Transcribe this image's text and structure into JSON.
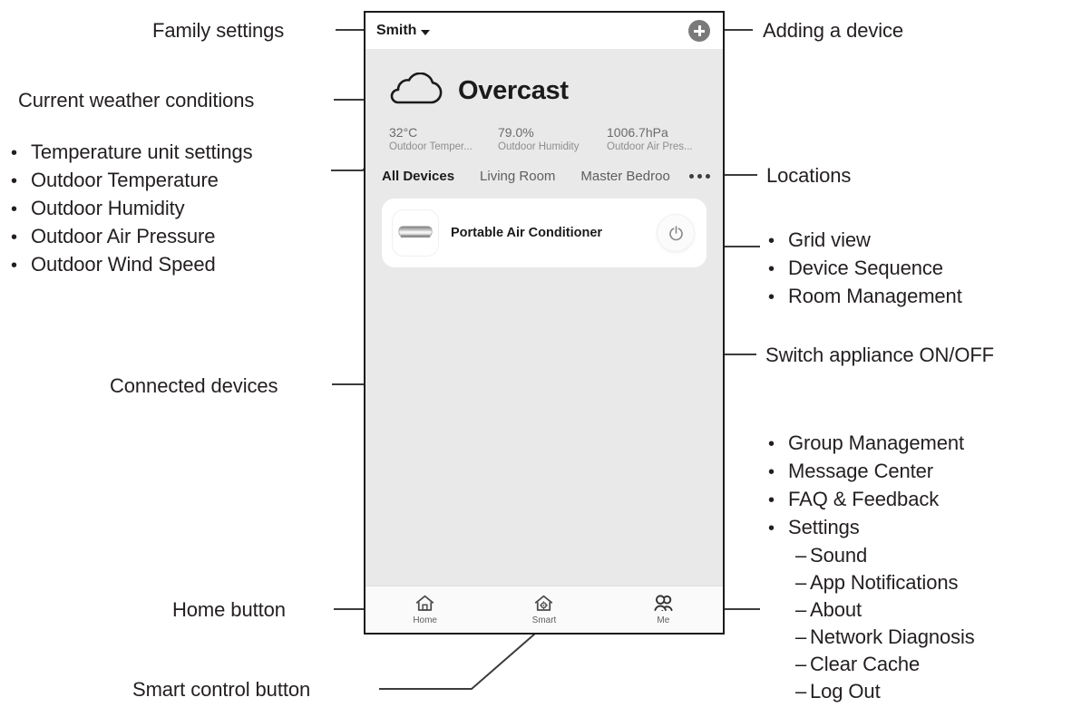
{
  "phone": {
    "header": {
      "family_name": "Smith",
      "chevron_icon": "chevron-down-icon",
      "add_device_icon": "plus-circle-icon"
    },
    "weather": {
      "icon": "cloud-icon",
      "condition": "Overcast",
      "stats": [
        {
          "value": "32°C",
          "label": "Outdoor Temper..."
        },
        {
          "value": "79.0%",
          "label": "Outdoor Humidity"
        },
        {
          "value": "1006.7hPa",
          "label": "Outdoor Air Pres..."
        }
      ]
    },
    "tabs": [
      {
        "label": "All Devices",
        "active": true
      },
      {
        "label": "Living Room",
        "active": false
      },
      {
        "label": "Master Bedroo",
        "active": false
      }
    ],
    "overflow_icon": "more-horizontal-icon",
    "devices": [
      {
        "name": "Portable Air Conditioner",
        "thumb_icon": "air-conditioner-icon",
        "power_icon": "power-icon"
      }
    ],
    "bottom_nav": [
      {
        "label": "Home",
        "icon": "home-icon"
      },
      {
        "label": "Smart",
        "icon": "home-gear-icon"
      },
      {
        "label": "Me",
        "icon": "people-icon"
      }
    ]
  },
  "annotations": {
    "family_settings": "Family settings",
    "current_weather": "Current weather conditions",
    "weather_items": [
      "Temperature unit settings",
      "Outdoor Temperature",
      "Outdoor Humidity",
      "Outdoor Air Pressure",
      "Outdoor Wind Speed"
    ],
    "adding_device": "Adding a device",
    "locations": "Locations",
    "overflow_items": [
      "Grid view",
      "Device Sequence",
      "Room Management"
    ],
    "switch_appliance": "Switch appliance ON/OFF",
    "connected_devices": "Connected devices",
    "me_items": [
      {
        "text": "Group Management",
        "sub": false
      },
      {
        "text": "Message Center",
        "sub": false
      },
      {
        "text": "FAQ & Feedback",
        "sub": false
      },
      {
        "text": "Settings",
        "sub": false
      },
      {
        "text": "Sound",
        "sub": true
      },
      {
        "text": "App Notifications",
        "sub": true
      },
      {
        "text": "About",
        "sub": true
      },
      {
        "text": "Network Diagnosis",
        "sub": true
      },
      {
        "text": "Clear Cache",
        "sub": true
      },
      {
        "text": "Log Out",
        "sub": true
      }
    ],
    "home_button_bold": "Home",
    "home_button_rest": " button",
    "smart_button_bold": "Smart",
    "smart_button_rest": " control button"
  },
  "colors": {
    "ink": "#231f20",
    "leader": "#3c3c3c",
    "phone_bg": "#e9e9e9",
    "card": "#ffffff",
    "muted": "#8d8d8d"
  }
}
